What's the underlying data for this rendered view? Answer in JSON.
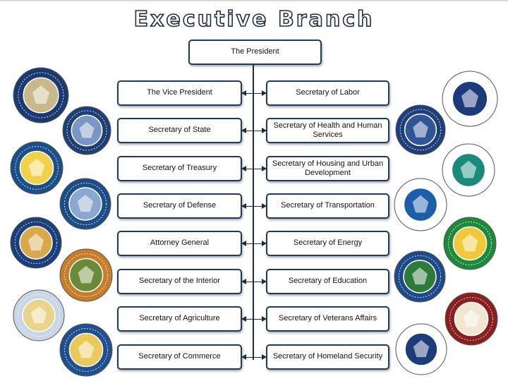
{
  "title": "Executive Branch",
  "president": "The President",
  "left_boxes": [
    "The Vice President",
    "Secretary of State",
    "Secretary of Treasury",
    "Secretary of Defense",
    "Attorney General",
    "Secretary of the Interior",
    "Secretary of Agriculture",
    "Secretary of Commerce"
  ],
  "right_boxes": [
    "Secretary of Labor",
    "Secretary of Health and  Human Services",
    "Secretary of Housing and Urban Development",
    "Secretary of Transportation",
    "Secretary of Energy",
    "Secretary of Education",
    "Secretary of Veterans Affairs",
    "Secretary of Homeland Security"
  ],
  "seals": [
    {
      "name": "vice-president-seal-icon",
      "ring": "#1b3a70",
      "inner": "#c9b98a"
    },
    {
      "name": "state-department-seal-icon",
      "ring": "#1d3f75",
      "inner": "#7a97c4"
    },
    {
      "name": "treasury-seal-icon",
      "ring": "#1b4f8a",
      "inner": "#f0d24a"
    },
    {
      "name": "defense-seal-icon",
      "ring": "#1c4d86",
      "inner": "#8aa7cf"
    },
    {
      "name": "justice-seal-icon",
      "ring": "#1a3f7a",
      "inner": "#d8a84a"
    },
    {
      "name": "interior-seal-icon",
      "ring": "#c77d2a",
      "inner": "#6a8a3a"
    },
    {
      "name": "agriculture-seal-icon",
      "ring": "#c8d6e6",
      "inner": "#e8d48a"
    },
    {
      "name": "commerce-seal-icon",
      "ring": "#1f4f8f",
      "inner": "#e8c95a"
    },
    {
      "name": "labor-seal-icon",
      "ring": "#ffffff",
      "inner": "#1d3b7a"
    },
    {
      "name": "health-human-services-seal-icon",
      "ring": "#1e3e7c",
      "inner": "#2f5597"
    },
    {
      "name": "housing-urban-development-seal-icon",
      "ring": "#ffffff",
      "inner": "#1a8a7a"
    },
    {
      "name": "transportation-seal-icon",
      "ring": "#ffffff",
      "inner": "#1c5ea8"
    },
    {
      "name": "energy-seal-icon",
      "ring": "#1c8a3a",
      "inner": "#f0c83a"
    },
    {
      "name": "education-seal-icon",
      "ring": "#1d4a8a",
      "inner": "#2e7a3a"
    },
    {
      "name": "veterans-affairs-seal-icon",
      "ring": "#8a1f1f",
      "inner": "#f0e6d0"
    },
    {
      "name": "homeland-security-seal-icon",
      "ring": "#ffffff",
      "inner": "#1d3d7a"
    }
  ]
}
